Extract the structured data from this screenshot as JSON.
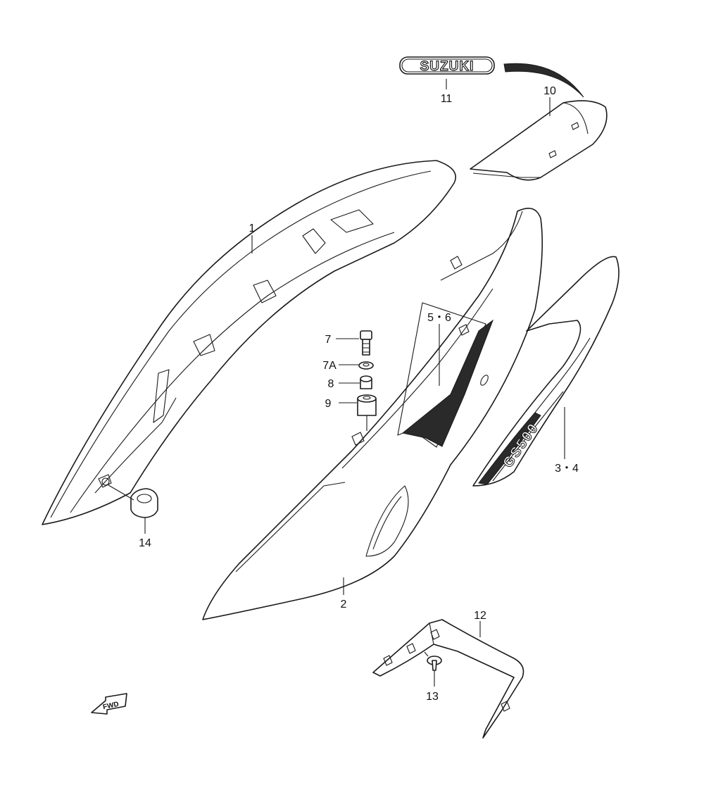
{
  "labels": {
    "p1": "1",
    "p2": "2",
    "p3_4": "3・4",
    "p5_6": "5・6",
    "p7": "7",
    "p7a": "7A",
    "p8": "8",
    "p9": "9",
    "p10": "10",
    "p11": "11",
    "p12": "12",
    "p13": "13",
    "p14": "14"
  },
  "emblem_text": "SUZUKI",
  "decal_text": "GS500",
  "fwd_text": "FWD"
}
